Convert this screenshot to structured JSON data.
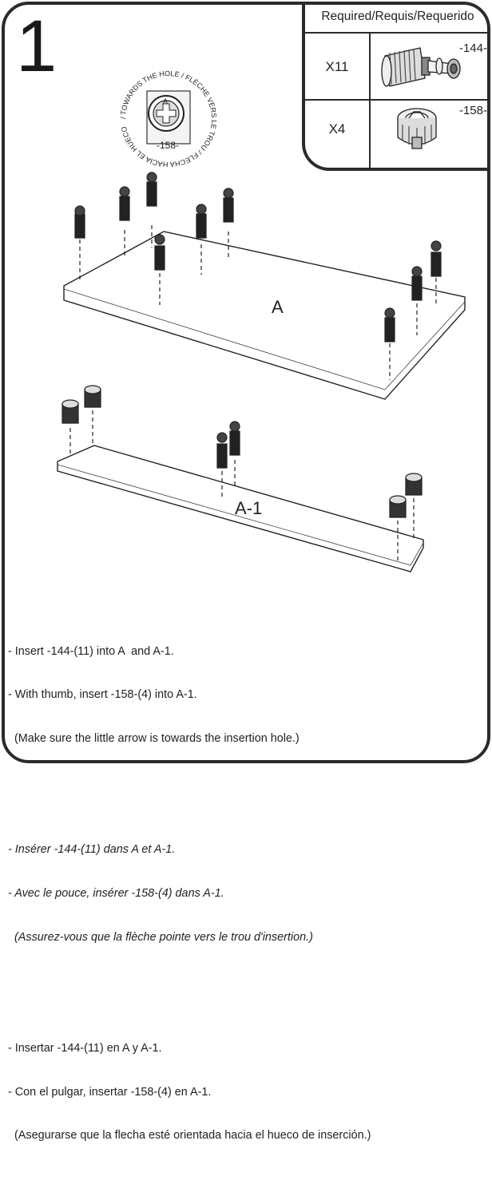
{
  "step": {
    "number": "1"
  },
  "parts": {
    "header": "Required/Requis/Requerido",
    "items": [
      {
        "qty": "X11",
        "code": "-144-",
        "icon": "cam-bolt-icon"
      },
      {
        "qty": "X4",
        "code": "-158-",
        "icon": "cam-lock-icon"
      }
    ]
  },
  "orientation_badge": {
    "arc_text": "/ TOWARDS THE HOLE / FLÈCHE VERS LE TROU / FLECHA HACIA EL HUECO",
    "part_code": "-158-",
    "letter": "A"
  },
  "panels": {
    "a_label": "A",
    "a1_label": "A-1"
  },
  "instructions": {
    "english": [
      "- Insert -144-(11) into A  and A-1.",
      "- With thumb, insert -158-(4) into A-1.",
      "  (Make sure the little arrow is towards the insertion hole.)"
    ],
    "french": [
      "- Insérer -144-(11) dans A et A-1.",
      "- Avec le pouce, insérer -158-(4) dans A-1.",
      "  (Assurez-vous que la flèche pointe vers le trou d'insertion.)"
    ],
    "spanish": [
      "- Insertar -144-(11) en A y A-1.",
      "- Con el pulgar, insertar -158-(4) en A-1.",
      "  (Asegurarse que la flecha esté orientada hacia el hueco de inserción.)"
    ]
  }
}
